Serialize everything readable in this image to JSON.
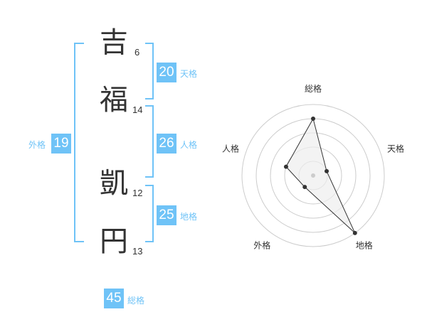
{
  "name": {
    "chars": [
      {
        "char": "吉",
        "strokes": "6"
      },
      {
        "char": "福",
        "strokes": "14"
      },
      {
        "char": "凱",
        "strokes": "12"
      },
      {
        "char": "円",
        "strokes": "13"
      }
    ]
  },
  "kaku": {
    "tenkaku": {
      "value": "20",
      "label": "天格"
    },
    "jinkaku": {
      "value": "26",
      "label": "人格"
    },
    "chikaku": {
      "value": "25",
      "label": "地格"
    },
    "gaikaku": {
      "value": "19",
      "label": "外格"
    },
    "soukaku": {
      "value": "45",
      "label": "総格"
    }
  },
  "colors": {
    "accent": "#6fc3f7",
    "text": "#333333",
    "grid": "#cccccc",
    "fill": "#eeeeee"
  },
  "chart_data": {
    "type": "radar",
    "axes": [
      "総格",
      "天格",
      "地格",
      "外格",
      "人格"
    ],
    "values": [
      4,
      1,
      5,
      1,
      2
    ],
    "max": 5,
    "rings": 5
  }
}
